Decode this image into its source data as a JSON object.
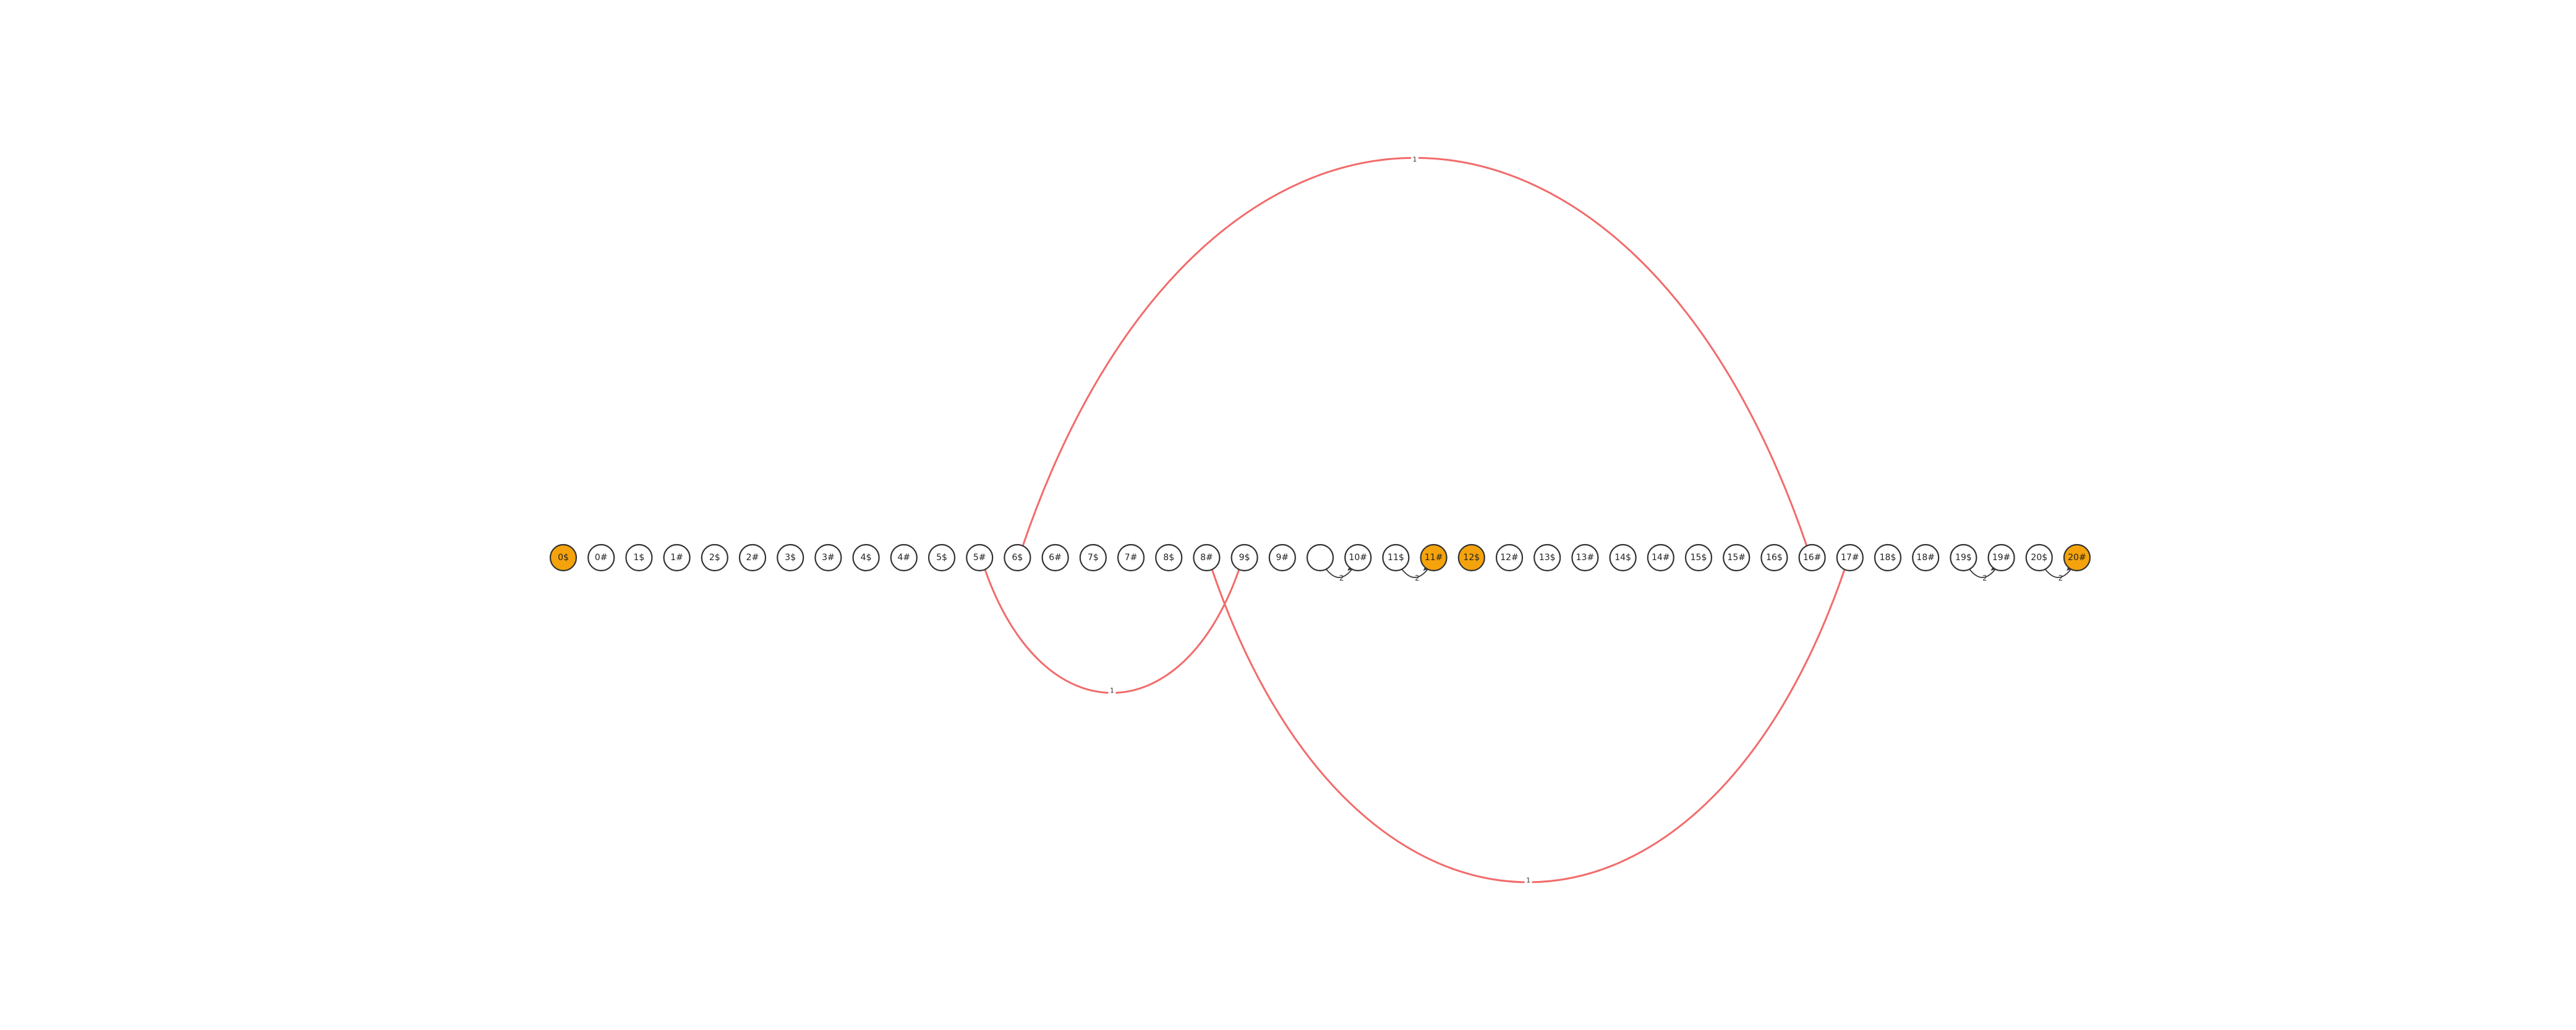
{
  "diagram": {
    "nodes": [
      {
        "label": "0$",
        "highlight": true
      },
      {
        "label": "0#",
        "highlight": false
      },
      {
        "label": "1$",
        "highlight": false
      },
      {
        "label": "1#",
        "highlight": false
      },
      {
        "label": "2$",
        "highlight": false
      },
      {
        "label": "2#",
        "highlight": false
      },
      {
        "label": "3$",
        "highlight": false
      },
      {
        "label": "3#",
        "highlight": false
      },
      {
        "label": "4$",
        "highlight": false
      },
      {
        "label": "4#",
        "highlight": false
      },
      {
        "label": "5$",
        "highlight": false
      },
      {
        "label": "5#",
        "highlight": false
      },
      {
        "label": "6$",
        "highlight": false
      },
      {
        "label": "6#",
        "highlight": false
      },
      {
        "label": "7$",
        "highlight": false
      },
      {
        "label": "7#",
        "highlight": false
      },
      {
        "label": "8$",
        "highlight": false
      },
      {
        "label": "8#",
        "highlight": false
      },
      {
        "label": "9$",
        "highlight": false
      },
      {
        "label": "9#",
        "highlight": false
      },
      {
        "label": "",
        "highlight": false
      },
      {
        "label": "10#",
        "highlight": false
      },
      {
        "label": "11$",
        "highlight": false
      },
      {
        "label": "11#",
        "highlight": true
      },
      {
        "label": "12$",
        "highlight": true
      },
      {
        "label": "12#",
        "highlight": false
      },
      {
        "label": "13$",
        "highlight": false
      },
      {
        "label": "13#",
        "highlight": false
      },
      {
        "label": "14$",
        "highlight": false
      },
      {
        "label": "14#",
        "highlight": false
      },
      {
        "label": "15$",
        "highlight": false
      },
      {
        "label": "15#",
        "highlight": false
      },
      {
        "label": "16$",
        "highlight": false
      },
      {
        "label": "16#",
        "highlight": false
      },
      {
        "label": "17#",
        "highlight": false
      },
      {
        "label": "18$",
        "highlight": false
      },
      {
        "label": "18#",
        "highlight": false
      },
      {
        "label": "19$",
        "highlight": false
      },
      {
        "label": "19#",
        "highlight": false
      },
      {
        "label": "20$",
        "highlight": false
      },
      {
        "label": "20#",
        "highlight": true
      }
    ],
    "arcs": [
      {
        "from": "6$",
        "to": "16#",
        "label": "1"
      },
      {
        "from": "5#",
        "to": "9$",
        "label": "1"
      },
      {
        "from": "8#",
        "to": "17#",
        "label": "1"
      }
    ],
    "loops": [
      {
        "from_index": 20,
        "to": "10#",
        "label": "2"
      },
      {
        "from": "11$",
        "to": "11#",
        "label": "2"
      },
      {
        "from": "19$",
        "to": "19#",
        "label": "2"
      },
      {
        "from": "20$",
        "to": "20#",
        "label": "2"
      }
    ],
    "colors": {
      "highlight_fill": "#f5a30c",
      "node_fill": "#ffffff",
      "node_stroke": "#333333",
      "arc_stroke": "#f26b6b"
    }
  }
}
